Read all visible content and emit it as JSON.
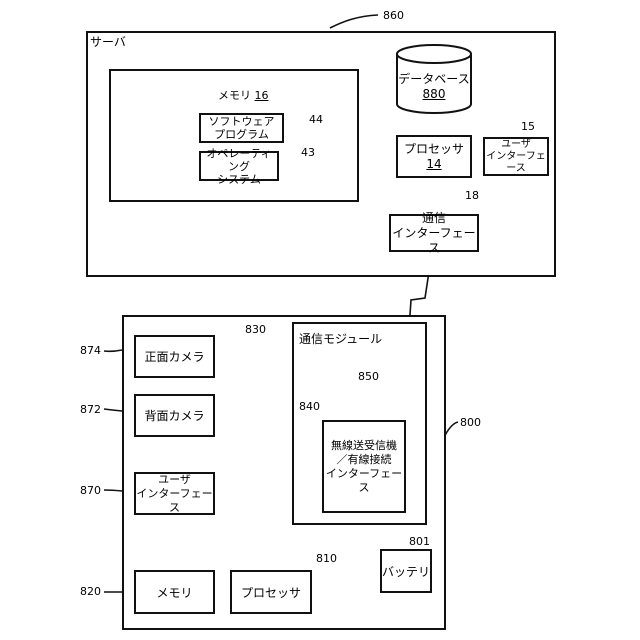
{
  "server": {
    "ref": "860",
    "title": "サーバ",
    "memory": {
      "label": "メモリ",
      "num": "16"
    },
    "software": {
      "line1": "ソフトウェア",
      "line2": "プログラム",
      "ref": "44"
    },
    "os": {
      "line1": "オペレーティング",
      "line2": "システム",
      "ref": "43"
    },
    "database": {
      "label": "データベース",
      "num": "880"
    },
    "processor": {
      "label": "プロセッサ",
      "num": "14"
    },
    "user_if": {
      "line1": "ユーザ",
      "line2": "インターフェース",
      "ref": "15"
    },
    "comm_if": {
      "line1": "通信",
      "line2": "インターフェース",
      "ref": "18"
    }
  },
  "device": {
    "ref": "800",
    "comm_module": {
      "label": "通信モジュール",
      "ref": "830"
    },
    "antenna_ref": "850",
    "wireless_ref": "840",
    "wireless": {
      "line1": "無線送受信機",
      "line2": "／有線接続",
      "line3": "インターフェース"
    },
    "front_camera": {
      "label": "正面カメラ",
      "ref": "874"
    },
    "rear_camera": {
      "label": "背面カメラ",
      "ref": "872"
    },
    "user_if": {
      "line1": "ユーザ",
      "line2": "インターフェース",
      "ref": "870"
    },
    "memory": {
      "label": "メモリ",
      "ref": "820"
    },
    "processor": {
      "label": "プロセッサ",
      "ref": "810"
    },
    "battery": {
      "label": "バッテリ",
      "ref": "801"
    }
  }
}
